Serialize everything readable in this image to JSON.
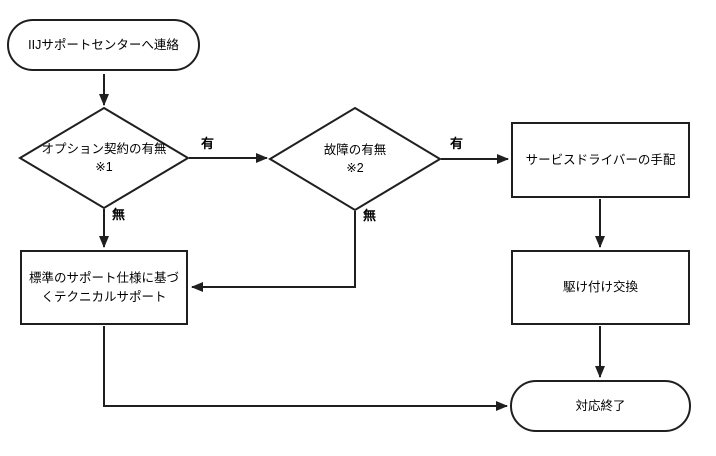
{
  "flowchart": {
    "nodes": {
      "start": {
        "type": "terminator",
        "label": "IIJサポートセンターへ連絡"
      },
      "decision_option": {
        "type": "decision",
        "label": "オプション契約の有無",
        "note": "※1"
      },
      "decision_failure": {
        "type": "decision",
        "label": "故障の有無",
        "note": "※2"
      },
      "service_driver": {
        "type": "process",
        "label": "サービスドライバーの手配"
      },
      "standard_support": {
        "type": "process",
        "label": "標準のサポート仕様に基づくテクニカルサポート"
      },
      "onsite_replacement": {
        "type": "process",
        "label": "駆け付け交換"
      },
      "end": {
        "type": "terminator",
        "label": "対応終了"
      }
    },
    "edge_labels": {
      "decision_option_yes": "有",
      "decision_option_no": "無",
      "decision_failure_yes": "有",
      "decision_failure_no": "無"
    },
    "colors": {
      "stroke": "#1f1f1f",
      "background": "#ffffff",
      "text": "#000000"
    }
  }
}
